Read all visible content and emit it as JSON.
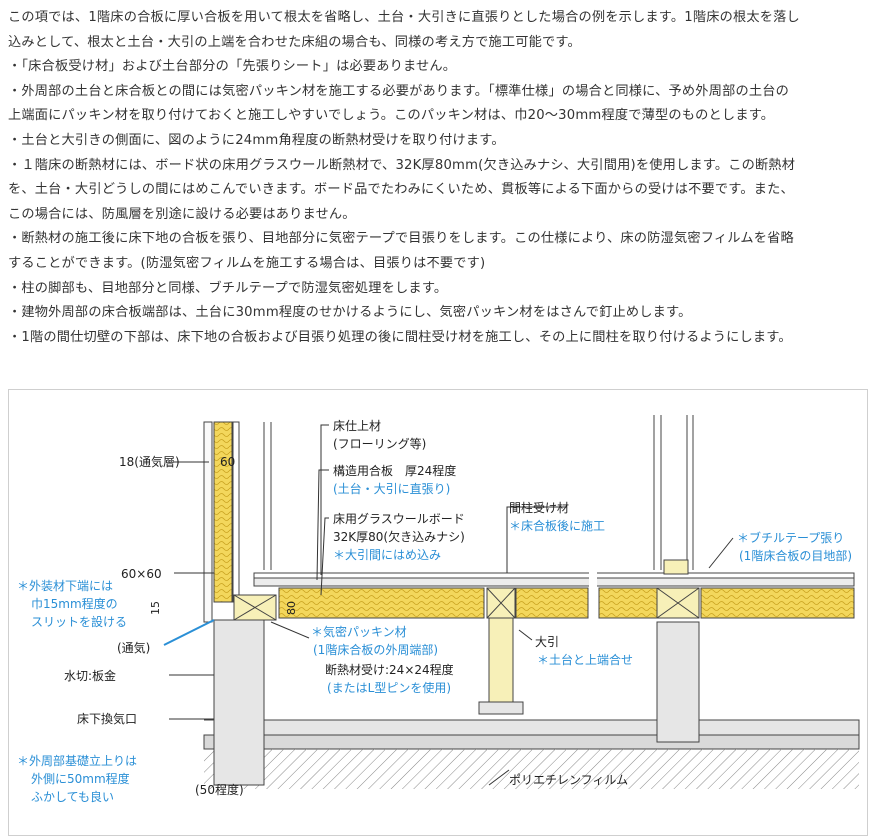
{
  "paragraphs": [
    "この項では、1階床の合板に厚い合板を用いて根太を省略し、土台・大引きに直張りとした場合の例を示します。1階床の根太を落し",
    "込みとして、根太と土台・大引の上端を合わせた床組の場合も、同様の考え方で施工可能です。",
    "・「床合板受け材」および土台部分の「先張りシート」は必要ありません。",
    "・外周部の土台と床合板との間には気密パッキン材を施工する必要があります。「標準仕様」の場合と同様に、予め外周部の土台の",
    "上端面にパッキン材を取り付けておくと施工しやすいでしょう。このパッキン材は、巾20～30mm程度で薄型のものとします。",
    "・土台と大引きの側面に、図のように24mm角程度の断熱材受けを取り付けます。",
    "・１階床の断熱材には、ボード状の床用グラスウール断熱材で、32K厚80mm(欠き込みナシ、大引間用)を使用します。この断熱材",
    "を、土台・大引どうしの間にはめこんでいきます。ボード品でたわみにくいため、貫板等による下面からの受けは不要です。また、",
    "この場合には、防風層を別途に設ける必要はありません。",
    "・断熱材の施工後に床下地の合板を張り、目地部分に気密テープで目張りをします。この仕様により、床の防湿気密フィルムを省略",
    "することができます。(防湿気密フィルムを施工する場合は、目張りは不要です)",
    "・柱の脚部も、目地部分と同様、ブチルテープで防湿気密処理をします。",
    "・建物外周部の床合板端部は、土台に30mm程度のせかけるようにし、気密パッキン材をはさんで釘止めします。",
    "・1階の間仕切壁の下部は、床下地の合板および目張り処理の後に間柱受け材を施工し、その上に間柱を取り付けるようにします。"
  ],
  "diagram": {
    "colors": {
      "line": "#333333",
      "accent": "#2a8fd6",
      "insulation": "#f3d75c",
      "wood": "#f7f0b8",
      "concrete": "#e6e6e6"
    },
    "labels": {
      "air_layer": "18(通気層)",
      "sixty": "60",
      "eighty": "80",
      "fifteen": "15",
      "size_60x60": "60×60",
      "floor_finish_1": "床仕上材",
      "floor_finish_2": "(フローリング等)",
      "structural_plywood": "構造用合板　厚24程度",
      "structural_note": "(土台・大引に直張り)",
      "gw_board": "床用グラスウールボード",
      "gw_spec": "32K厚80(欠き込みナシ)",
      "gw_note": "＊大引間にはめ込み",
      "stud_receiver": "間柱受け材",
      "stud_note": "＊床合板後に施工",
      "butyl_tape": "＊ブチルテープ張り",
      "butyl_note": "(1階床合板の目地部)",
      "exterior_1": "＊外装材下端には",
      "exterior_2": "巾15mm程度の",
      "exterior_3": "スリットを設ける",
      "ventilation": "(通気)",
      "flashing": "水切:板金",
      "underfloor_vent": "床下換気口",
      "base_1": "＊外周部基礎立上りは",
      "base_2": "外側に50mm程度",
      "base_3": "ふかしても良い",
      "approx_50": "(50程度)",
      "airtight_packing": "＊気密パッキン材",
      "airtight_note": "(1階床合板の外周端部)",
      "insul_receiver": "断熱材受け:24×24程度",
      "insul_receiver_note": "(またはL型ピンを使用)",
      "ohbiki": "大引",
      "ohbiki_note": "＊土台と上端合せ",
      "polyethylene": "ポリエチレンフィルム"
    }
  }
}
